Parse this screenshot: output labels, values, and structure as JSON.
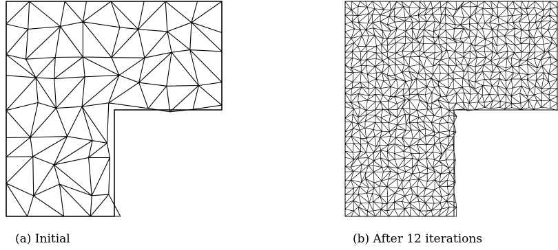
{
  "figure": {
    "panels": [
      {
        "caption": "(a) Initial",
        "mesh_description": "coarse triangular mesh on L-shaped domain"
      },
      {
        "caption": "(b) After 12 iterations",
        "mesh_description": "refined triangular mesh on L-shaped domain"
      }
    ]
  },
  "colors": {
    "mesh_line": "#000000",
    "background": "#ffffff"
  }
}
